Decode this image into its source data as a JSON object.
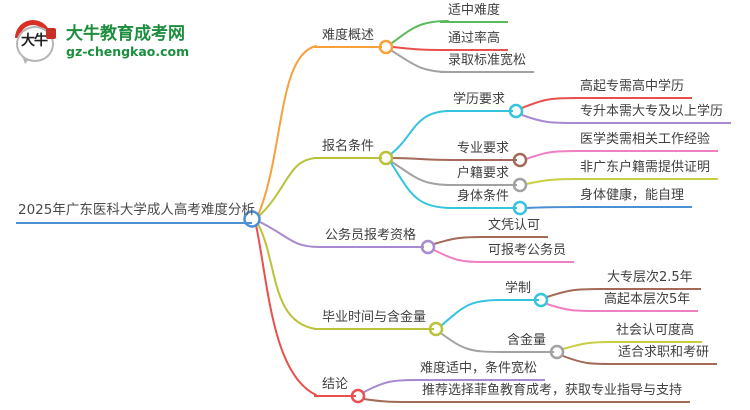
{
  "logo": {
    "icon_text": "大牛",
    "site_name": "大牛教育成考网",
    "site_url": "gz-chengkao.com"
  },
  "root": {
    "label": "2025年广东医科大学成人高考难度分析"
  },
  "branches": [
    {
      "label": "难度概述",
      "color": "#f7a13d",
      "children": [
        {
          "label": "适中难度",
          "color": "#5bba5b"
        },
        {
          "label": "通过率高",
          "color": "#e7504c"
        },
        {
          "label": "录取标准宽松",
          "color": "#a2a2a2"
        }
      ]
    },
    {
      "label": "报名条件",
      "color": "#b9c23a",
      "children": [
        {
          "label": "学历要求",
          "color": "#35c4dd",
          "children": [
            {
              "label": "高起专需高中学历",
              "color": "#e7504c"
            },
            {
              "label": "专升本需大专及以上学历",
              "color": "#a78ad0"
            }
          ]
        },
        {
          "label": "专业要求",
          "color": "#a26a57",
          "children": [
            {
              "label": "医学类需相关工作经验",
              "color": "#ee7fc1"
            }
          ]
        },
        {
          "label": "户籍要求",
          "color": "#a2a2a2",
          "children": [
            {
              "label": "非广东户籍需提供证明",
              "color": "#c8ce41"
            }
          ]
        },
        {
          "label": "身体条件",
          "color": "#35c4dd",
          "children": [
            {
              "label": "身体健康，能自理",
              "color": "#4b8fd4"
            }
          ]
        }
      ]
    },
    {
      "label": "公务员报考资格",
      "color": "#a78ad0",
      "children": [
        {
          "label": "文凭认可",
          "color": "#a26a57"
        },
        {
          "label": "可报考公务员",
          "color": "#ee7fc1"
        }
      ]
    },
    {
      "label": "毕业时间与含金量",
      "color": "#b9c23a",
      "children": [
        {
          "label": "学制",
          "color": "#35c4dd",
          "children": [
            {
              "label": "大专层次2.5年",
              "color": "#a26a57"
            },
            {
              "label": "高起本层次5年",
              "color": "#ee7fc1"
            }
          ]
        },
        {
          "label": "含金量",
          "color": "#a2a2a2",
          "children": [
            {
              "label": "社会认可度高",
              "color": "#c8ce41"
            },
            {
              "label": "适合求职和考研",
              "color": "#a26a57"
            }
          ]
        }
      ]
    },
    {
      "label": "结论",
      "color": "#e7504c",
      "children": [
        {
          "label": "难度适中，条件宽松",
          "color": "#a78ad0"
        },
        {
          "label": "推荐选择菲鱼教育成考，获取专业指导与支持",
          "color": "#a26a57"
        }
      ]
    }
  ],
  "colors": {
    "root_line": "#4a90d2",
    "text": "#404040",
    "logo_green": "#1d8e3e",
    "logo_red": "#d93025",
    "background": "#ffffff"
  }
}
